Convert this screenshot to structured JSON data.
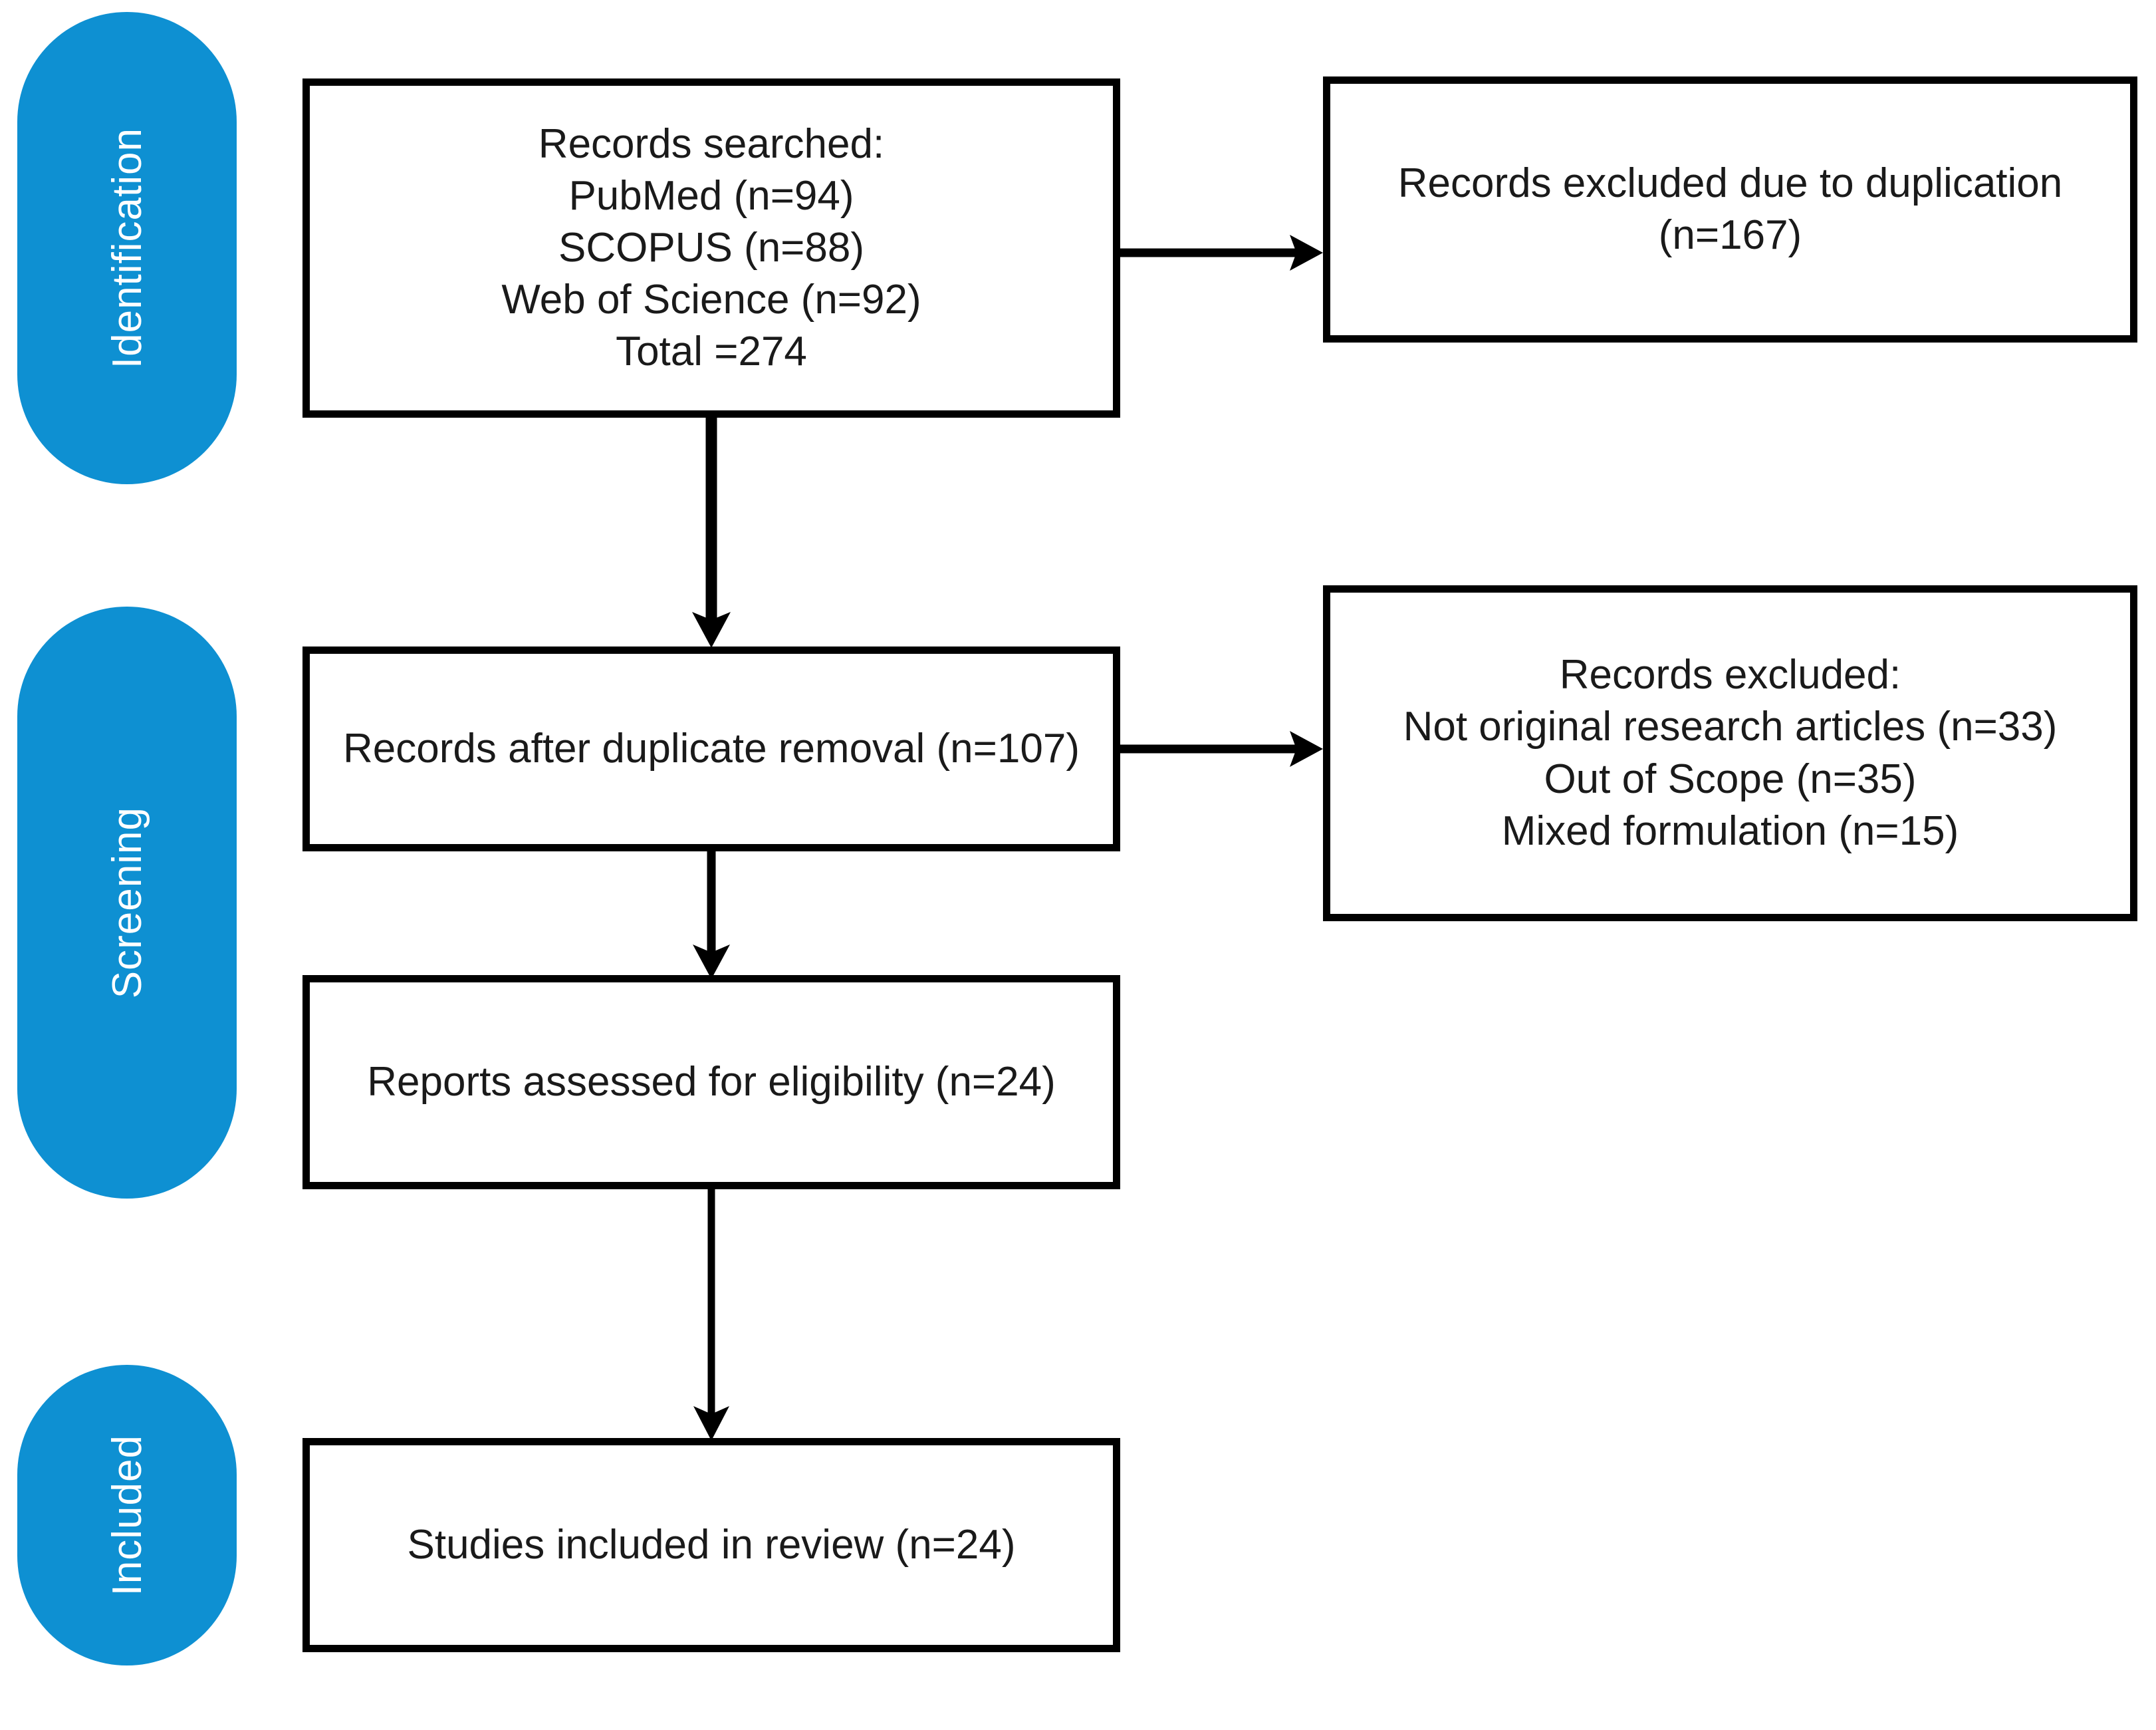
{
  "diagram": {
    "title": "PRISMA flow diagram",
    "type": "prisma-flow-diagram",
    "accent_color": "#0e90d2",
    "line_color": "#000000",
    "text_color": "#1a1a1a",
    "background": "#ffffff"
  },
  "phases": [
    {
      "id": "identification",
      "label": "Identification"
    },
    {
      "id": "screening",
      "label": "Screening"
    },
    {
      "id": "included",
      "label": "Included"
    }
  ],
  "boxes": {
    "records_searched": {
      "text": "Records searched:\nPubMed (n=94)\nSCOPUS (n=88)\nWeb of Science (n=92)\nTotal =274",
      "lines": [
        "Records searched:",
        "PubMed (n=94)",
        "SCOPUS (n=88)",
        "Web of Science (n=92)",
        "Total =274"
      ]
    },
    "excluded_duplication": {
      "text": "Records excluded due to duplication\n(n=167)",
      "lines": [
        "Records excluded due to duplication",
        "(n=167)"
      ]
    },
    "after_duplicate_removal": {
      "text": "Records after duplicate removal (n=107)",
      "lines": [
        "Records after duplicate removal (n=107)"
      ]
    },
    "records_excluded": {
      "text": "Records excluded:\nNot original research articles (n=33)\nOut of Scope (n=35)\nMixed formulation (n=15)",
      "lines": [
        "Records excluded:",
        "Not original research articles (n=33)",
        "Out of Scope (n=35)",
        "Mixed formulation (n=15)"
      ]
    },
    "assessed_eligibility": {
      "text": "Reports assessed for eligibility (n=24)",
      "lines": [
        "Reports assessed for eligibility (n=24)"
      ]
    },
    "studies_included": {
      "text": "Studies included in review (n=24)",
      "lines": [
        "Studies included in review (n=24)"
      ]
    }
  },
  "counts": {
    "pubmed": 94,
    "scopus": 88,
    "web_of_science": 92,
    "total_searched": 274,
    "excluded_duplication": 167,
    "after_duplicate_removal": 107,
    "excluded_not_original_research": 33,
    "excluded_out_of_scope": 35,
    "excluded_mixed_formulation": 15,
    "assessed_for_eligibility": 24,
    "studies_included": 24
  },
  "connectors": [
    {
      "id": "searched-to-duplication",
      "direction": "right",
      "from": "records_searched",
      "to": "excluded_duplication"
    },
    {
      "id": "searched-to-after-removal",
      "direction": "down",
      "from": "records_searched",
      "to": "after_duplicate_removal"
    },
    {
      "id": "after-removal-to-excluded",
      "direction": "right",
      "from": "after_duplicate_removal",
      "to": "records_excluded"
    },
    {
      "id": "after-removal-to-eligibility",
      "direction": "down",
      "from": "after_duplicate_removal",
      "to": "assessed_eligibility"
    },
    {
      "id": "eligibility-to-included",
      "direction": "down",
      "from": "assessed_eligibility",
      "to": "studies_included"
    }
  ]
}
